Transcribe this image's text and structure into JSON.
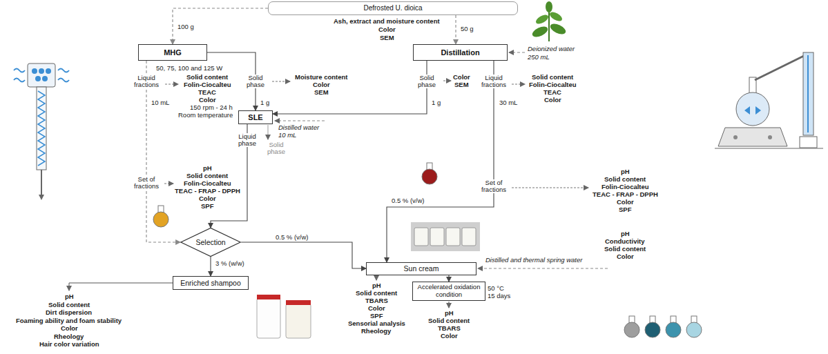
{
  "diagram": {
    "nodes": [
      {
        "text": [
          "Defrosted U. dioica"
        ]
      },
      {
        "text": [
          "MHG"
        ]
      },
      {
        "text": [
          "Distillation"
        ]
      },
      {
        "text": [
          "SLE"
        ]
      },
      {
        "text": [
          "Selection"
        ]
      },
      {
        "text": [
          "Sun cream"
        ]
      },
      {
        "text": [
          "Enriched shampoo"
        ]
      },
      {
        "text": [
          "Accelerated oxidation condition"
        ]
      }
    ],
    "edges": [
      {
        "from": 0,
        "to": 1,
        "arrow": "to",
        "label": "100 g"
      },
      {
        "from": 0,
        "to": 2,
        "arrow": "to",
        "label": "50 g"
      },
      {
        "from": 1,
        "to": 3,
        "arrow": "to",
        "label": "1 g"
      },
      {
        "from": 2,
        "to": 3,
        "arrow": "to",
        "label": "1 g"
      },
      {
        "from": 1,
        "to": 4,
        "arrow": "to",
        "label": "10 mL"
      },
      {
        "from": 3,
        "to": 4,
        "arrow": "to"
      },
      {
        "from": 2,
        "to": 5,
        "arrow": "to",
        "label": "0.5 % (v/w)"
      },
      {
        "from": 4,
        "to": 5,
        "arrow": "to",
        "label": "0.5 % (v/w)"
      },
      {
        "from": 4,
        "to": 6,
        "arrow": "to",
        "label": "3 % (w/w)"
      },
      {
        "from": 5,
        "to": 7,
        "arrow": "to"
      }
    ],
    "labels": [
      "Ash, extract and moisture content",
      "Color",
      "SEM",
      "50, 75, 100 and 125 W",
      "Liquid fractions",
      "Solid content",
      "Folin-Ciocalteu",
      "TEAC",
      "Color",
      "Solid phase",
      "Moisture content",
      "Color",
      "SEM",
      "150 rpm - 24 h",
      "Room temperature",
      "Distilled water",
      "10 mL",
      "Liquid phase",
      "Solid phase",
      "Set of fractions",
      "pH",
      "Solid content",
      "Folin-Ciocalteu",
      "TEAC - FRAP - DPPH",
      "Color",
      "SPF",
      "pH",
      "Solid content",
      "Dirt dispersion",
      "Foaming ability and foam stability",
      "Color",
      "Rheology",
      "Hair color variation",
      "Deionized water",
      "250 mL",
      "Solid phase",
      "Color",
      "SEM",
      "Liquid fractions",
      "Solid content",
      "Folin-Ciocalteu",
      "TEAC",
      "Color",
      "Set of fractions",
      "pH",
      "Solid content",
      "Folin-Ciocalteu",
      "TEAC - FRAP - DPPH",
      "Color",
      "SPF",
      "Distilled and thermal spring water",
      "pH",
      "Conductivity",
      "Solid content",
      "Color",
      "pH",
      "Solid content",
      "TBARS",
      "Color",
      "SPF",
      "Sensorial analysis",
      "Rheology",
      "50 °C",
      "15 days",
      "pH",
      "Solid content",
      "TBARS",
      "Color",
      "30 mL"
    ]
  }
}
